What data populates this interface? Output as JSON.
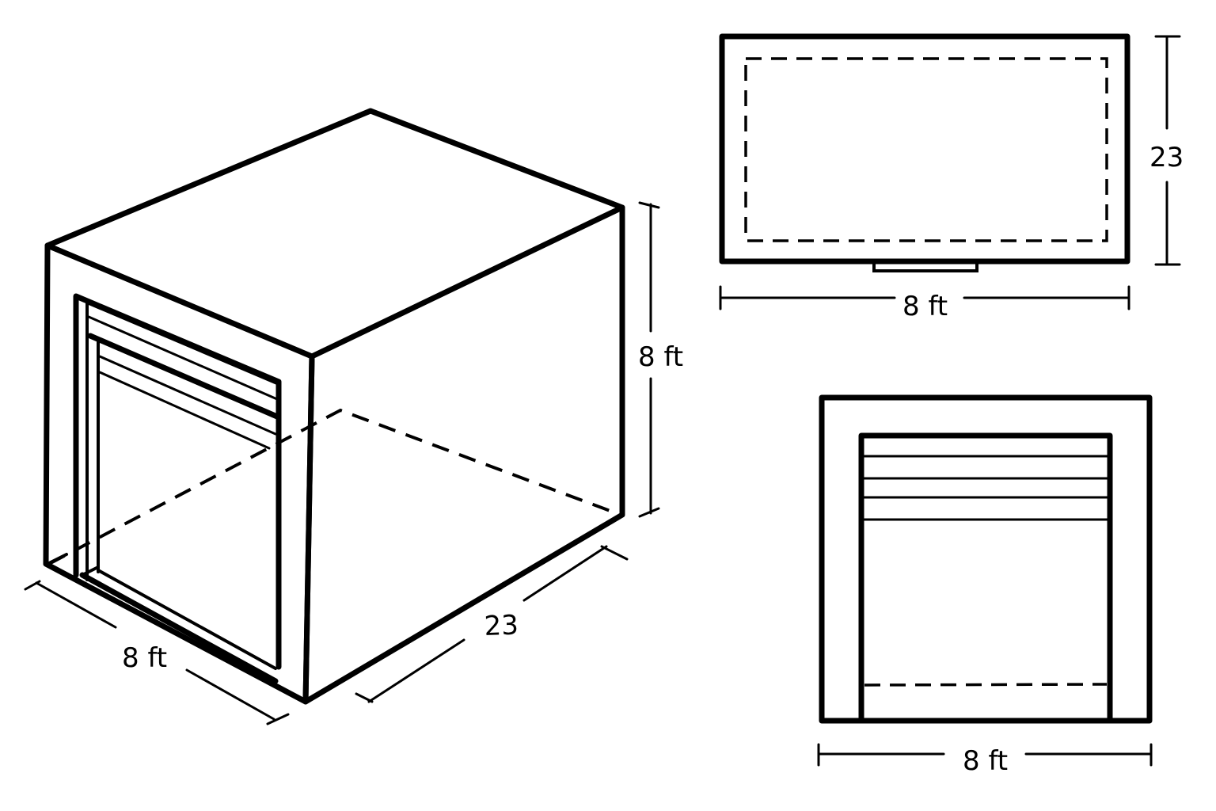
{
  "diagram": {
    "subject": "storage unit with roll-up door",
    "colors": {
      "line": "#000000",
      "background": "#ffffff"
    },
    "views": {
      "isometric": {
        "width_label": "8 ft",
        "depth_label": "23",
        "height_label": "8 ft"
      },
      "top": {
        "width_label": "8 ft",
        "depth_label": "23"
      },
      "front": {
        "width_label": "8 ft"
      }
    }
  }
}
